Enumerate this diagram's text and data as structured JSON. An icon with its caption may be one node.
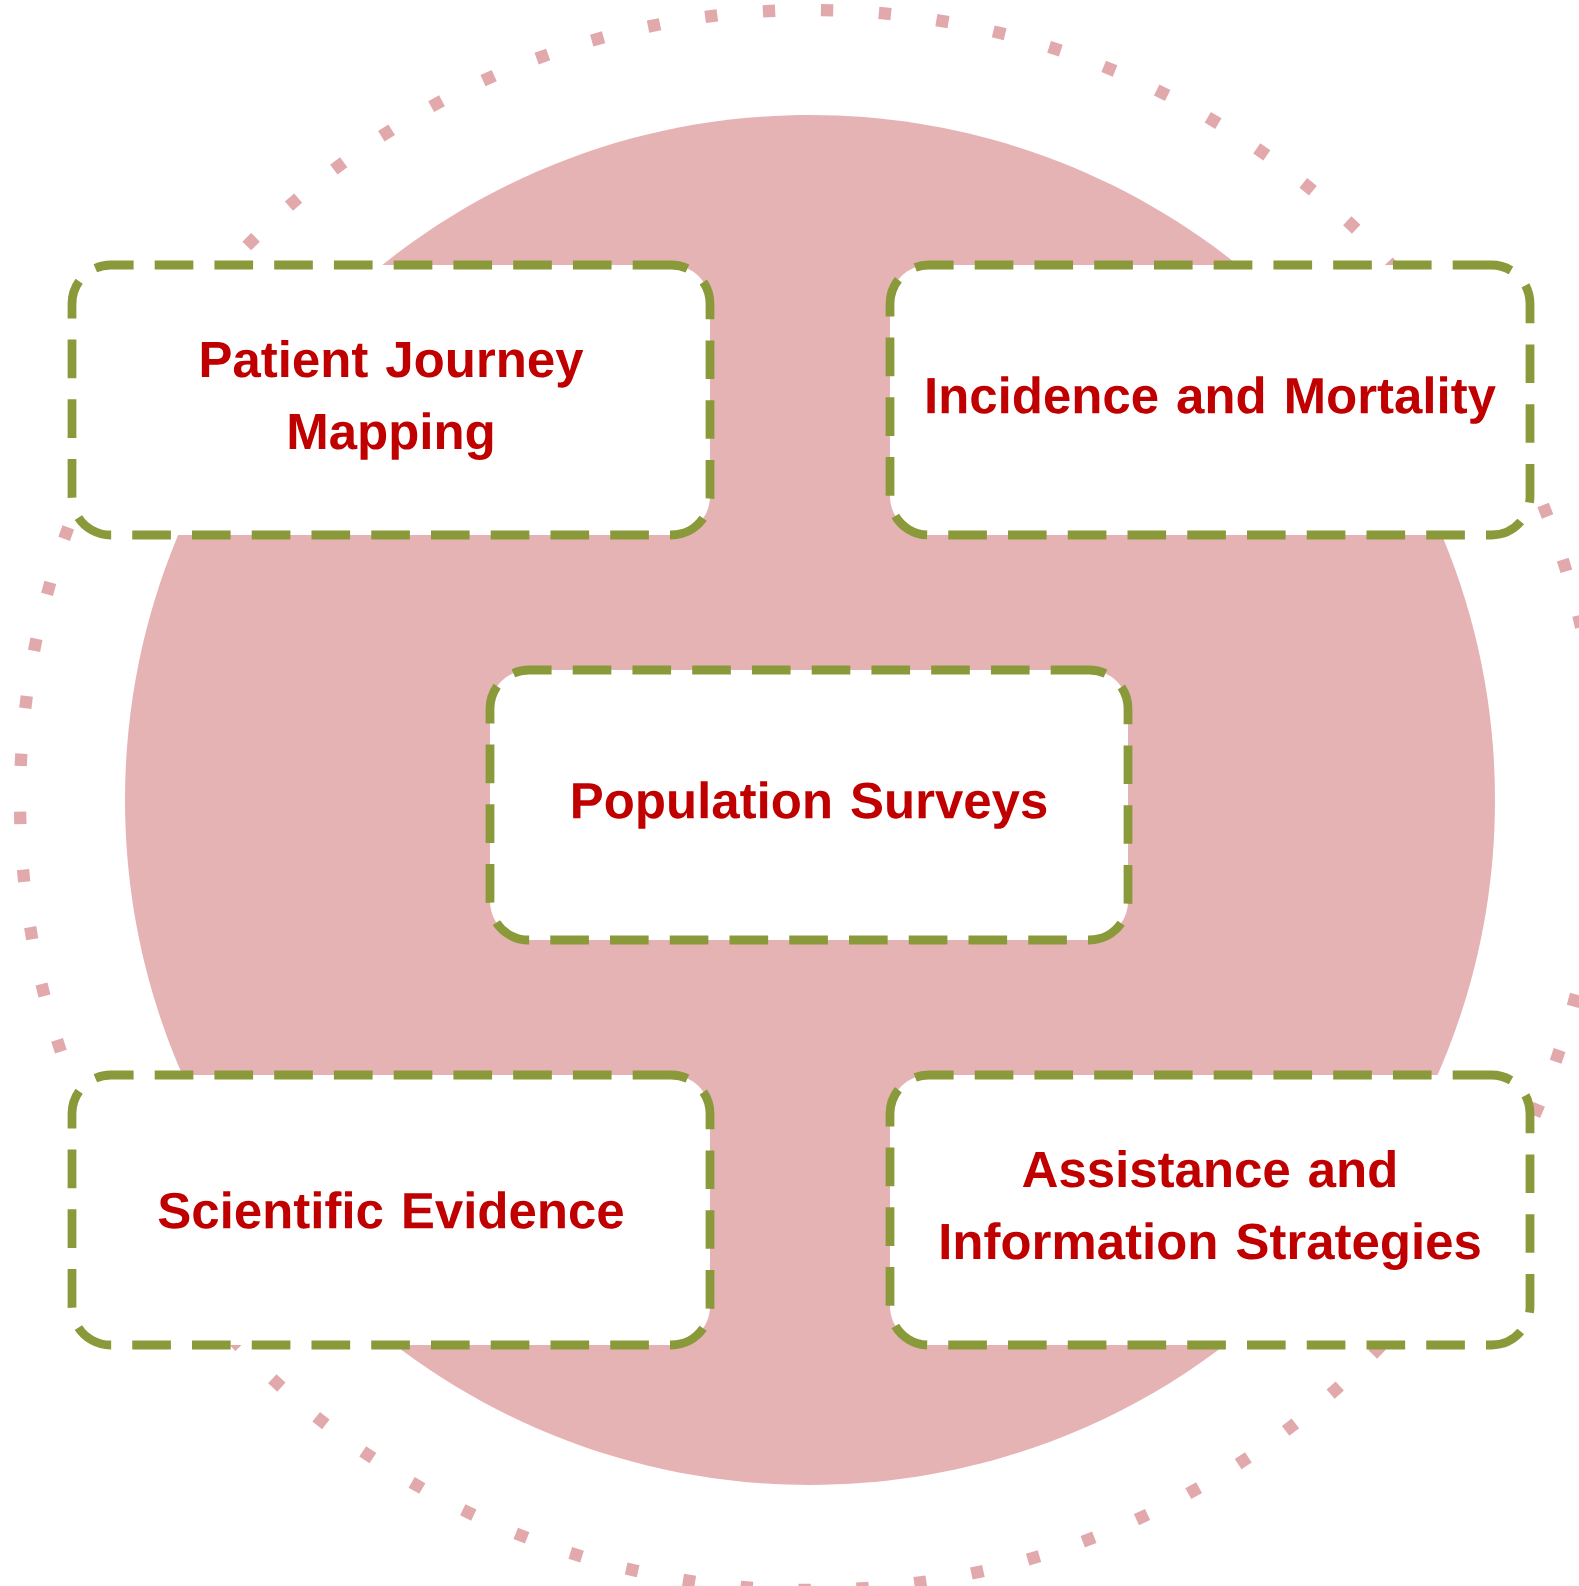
{
  "diagram": {
    "nodes": [
      {
        "text": [
          "Patient Journey Mapping"
        ]
      },
      {
        "text": [
          "Incidence and Mortality"
        ]
      },
      {
        "text": [
          "Population Surveys"
        ]
      },
      {
        "text": [
          "Scientific Evidence"
        ]
      },
      {
        "text": [
          "Assistance and Information Strategies"
        ]
      }
    ]
  }
}
